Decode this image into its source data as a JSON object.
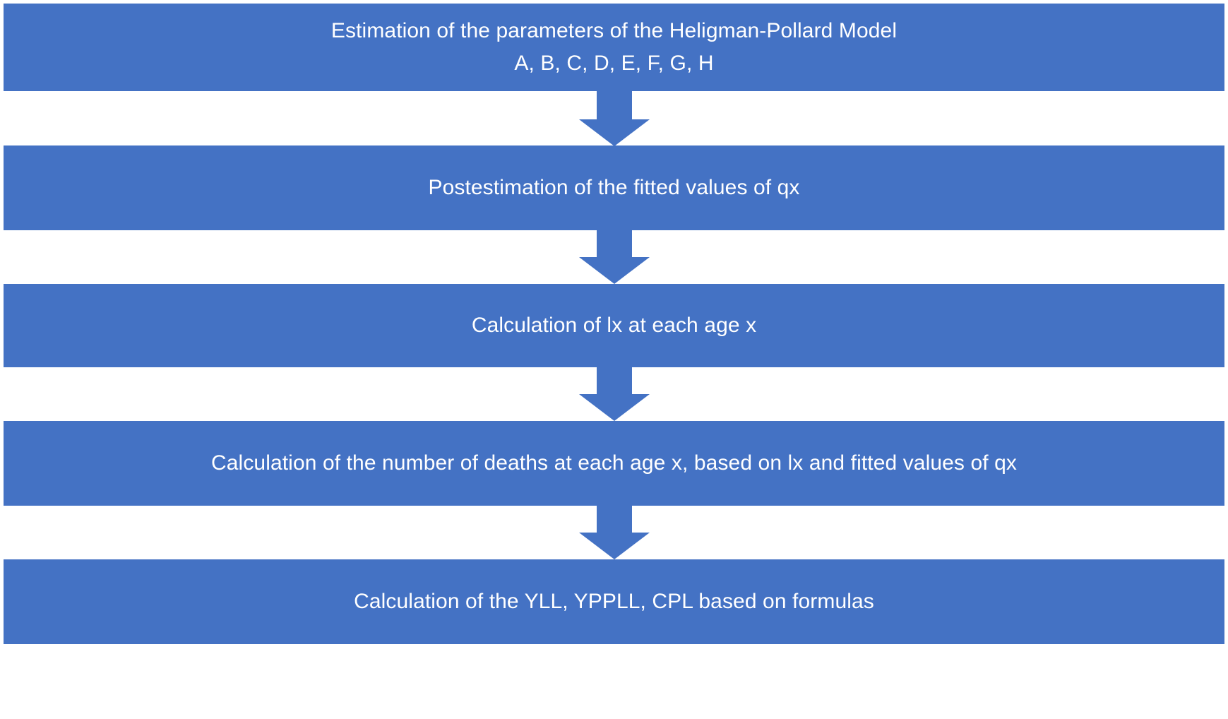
{
  "diagram": {
    "title": "Estimation and calculation workflow for the Heligman-Pollard Model",
    "type": "flowchart",
    "orientation": "vertical-top-down",
    "colors": {
      "box_fill": "#4472C4",
      "box_text": "#FFFFFF",
      "arrow_fill": "#4472C4",
      "background": "#FFFFFF"
    },
    "steps": [
      {
        "id": "step-1",
        "lines": [
          "Estimation of the parameters of the Heligman-Pollard Model",
          "A, B, C, D, E, F, G, H"
        ]
      },
      {
        "id": "step-2",
        "lines": [
          "Postestimation of the fitted values of qx"
        ]
      },
      {
        "id": "step-3",
        "lines": [
          "Calculation of lx at each age x"
        ]
      },
      {
        "id": "step-4",
        "lines": [
          "Calculation of the number of deaths at each age x, based on lx and fitted values of qx"
        ]
      },
      {
        "id": "step-5",
        "lines": [
          "Calculation of the YLL, YPPLL, CPL based on formulas"
        ]
      }
    ],
    "connectors": [
      {
        "id": "connector-1",
        "from": "step-1",
        "to": "step-2",
        "direction": "down"
      },
      {
        "id": "connector-2",
        "from": "step-2",
        "to": "step-3",
        "direction": "down"
      },
      {
        "id": "connector-3",
        "from": "step-3",
        "to": "step-4",
        "direction": "down"
      },
      {
        "id": "connector-4",
        "from": "step-4",
        "to": "step-5",
        "direction": "down"
      }
    ]
  }
}
